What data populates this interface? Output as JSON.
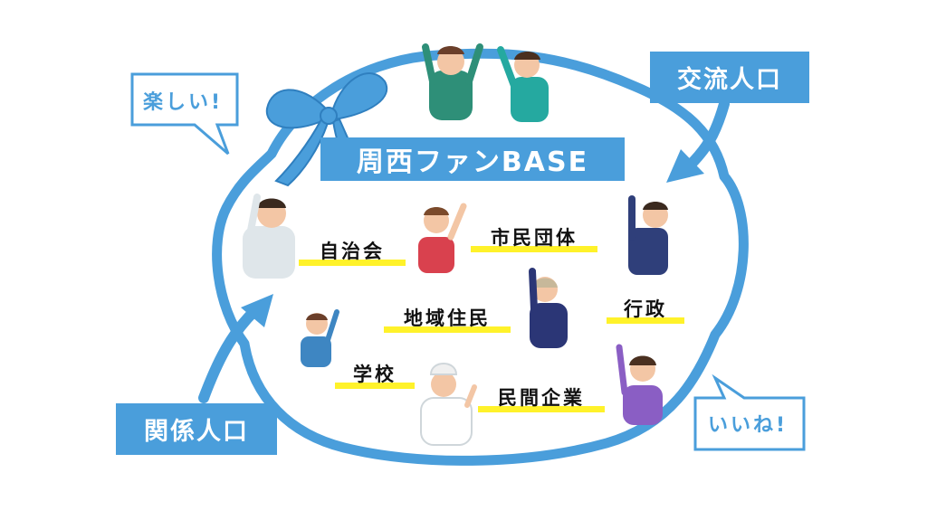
{
  "title": "周西ファンBASE",
  "categories": {
    "exchange_population": "交流人口",
    "related_population": "関係人口"
  },
  "bubbles": {
    "fun": "楽しい!",
    "nice": "いいね!"
  },
  "groups": {
    "neighborhood_association": "自治会",
    "citizen_groups": "市民団体",
    "administration": "行政",
    "local_residents": "地域住民",
    "school": "学校",
    "private_companies": "民間企業"
  },
  "colors": {
    "accent": "#4a9edb",
    "highlight": "#fff22a"
  }
}
